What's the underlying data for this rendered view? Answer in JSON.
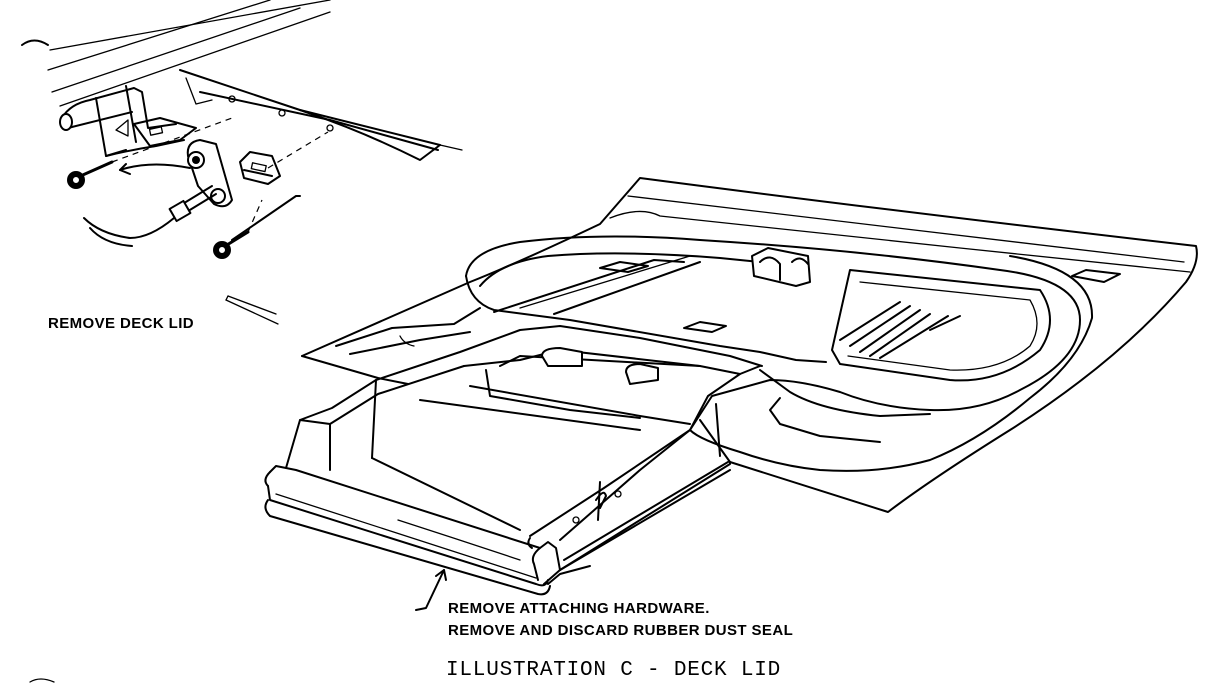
{
  "labels": {
    "remove_deck_lid": "REMOVE DECK LID",
    "remove_hardware": "REMOVE ATTACHING HARDWARE.",
    "discard_seal": "REMOVE AND DISCARD RUBBER DUST SEAL",
    "caption": "ILLUSTRATION C - DECK LID"
  }
}
